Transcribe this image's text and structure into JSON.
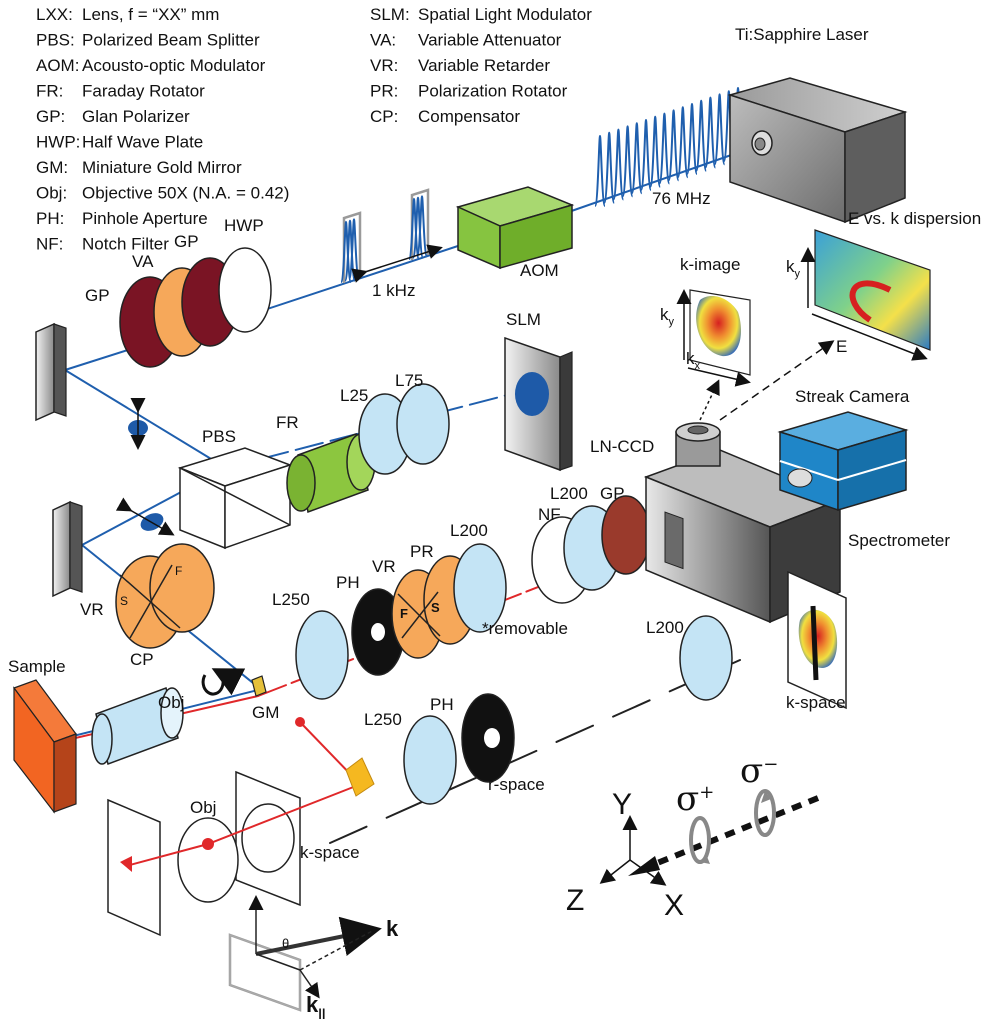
{
  "legend_left": [
    {
      "abbr": "LXX:",
      "desc": "Lens, f = “XX” mm"
    },
    {
      "abbr": "PBS:",
      "desc": "Polarized Beam Splitter"
    },
    {
      "abbr": "AOM:",
      "desc": "Acousto-optic  Modulator"
    },
    {
      "abbr": "FR:",
      "desc": "Faraday Rotator"
    },
    {
      "abbr": "GP:",
      "desc": "Glan Polarizer"
    },
    {
      "abbr": "HWP:",
      "desc": "Half Wave Plate"
    },
    {
      "abbr": "GM:",
      "desc": "Miniature Gold Mirror"
    },
    {
      "abbr": "Obj:",
      "desc": "Objective 50X (N.A. = 0.42)"
    },
    {
      "abbr": "PH:",
      "desc": "Pinhole Aperture"
    },
    {
      "abbr": "NF:",
      "desc": "Notch Filter"
    }
  ],
  "legend_right": [
    {
      "abbr": "SLM:",
      "desc": "Spatial Light Modulator"
    },
    {
      "abbr": "VA:",
      "desc": "Variable Attenuator"
    },
    {
      "abbr": "VR:",
      "desc": "Variable Retarder"
    },
    {
      "abbr": "PR:",
      "desc": "Polarization Rotator"
    },
    {
      "abbr": "CP:",
      "desc": "Compensator"
    }
  ],
  "labels": {
    "laser": "Ti:Sapphire Laser",
    "rep_rate": "76 MHz",
    "aom": "AOM",
    "khz": "1 kHz",
    "dispersion": "E vs. k dispersion",
    "k_image": "k-image",
    "slm": "SLM",
    "streak": "Streak Camera",
    "lnccd": "LN-CCD",
    "spectrometer": "Spectrometer",
    "gp_top1": "GP",
    "va": "VA",
    "gp_top2": "GP",
    "hwp": "HWP",
    "pbs": "PBS",
    "fr": "FR",
    "l25": "L25",
    "l75": "L75",
    "nf": "NF",
    "l200_a": "L200",
    "gp_spec": "GP",
    "l200_b": "L200",
    "pr": "PR",
    "vr_mid": "VR",
    "ph_mid": "PH",
    "l250_mid": "L250",
    "removable": "*removable",
    "vr_left": "VR",
    "cp": "CP",
    "sample": "Sample",
    "gm": "GM",
    "obj_upper": "Obj",
    "l200_c": "L200",
    "kspace_right": "k-space",
    "l250_low": "L250",
    "ph_low": "PH",
    "rspace": "r-space",
    "obj_lower": "Obj",
    "kspace_lower": "k-space",
    "k_vec": "k",
    "k_par": "k",
    "k_par_sub": "||",
    "theta": "θ",
    "axis_y": "Y",
    "axis_z": "Z",
    "axis_x": "X",
    "sigma_plus": "σ",
    "sigma_plus_sup": "+",
    "sigma_minus": "σ",
    "sigma_minus_sup": "−",
    "ky": "k",
    "ky_sub": "y",
    "kx": "k",
    "kx_sub": "x",
    "ky2": "k",
    "ky2_sub": "y",
    "e_axis": "E",
    "wp_f": "F",
    "wp_s": "S",
    "pr_f": "F",
    "pr_s": "S"
  },
  "colors": {
    "beam_blue": "#1f5fae",
    "beam_red": "#e0282a",
    "aom_green": "#86c440",
    "fr_green": "#8cc63f",
    "lens_blue": "#c4e4f5",
    "orange": "#f6a85a",
    "maroon": "#7a1424",
    "gp_brown": "#9a3a2c",
    "sample_orange": "#f26522",
    "streak_blue": "#1f86c8",
    "slm_blue": "#1e5aa8"
  }
}
